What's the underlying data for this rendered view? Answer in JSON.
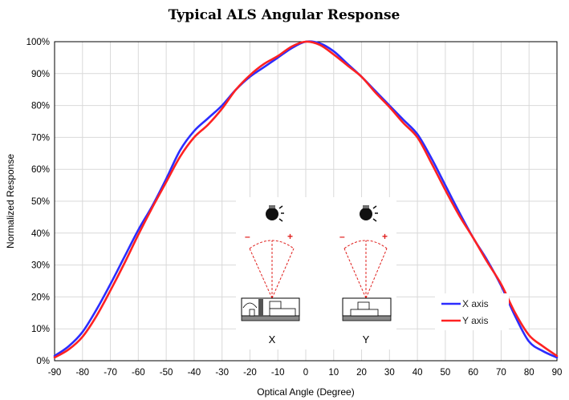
{
  "chart_data": {
    "type": "line",
    "title": "Typical ALS Angular Response",
    "xlabel": "Optical Angle (Degree)",
    "ylabel": "Normalized Response",
    "xlim": [
      -90,
      90
    ],
    "ylim": [
      0,
      100
    ],
    "x_ticks": [
      -90,
      -80,
      -70,
      -60,
      -50,
      -40,
      -30,
      -20,
      -10,
      0,
      10,
      20,
      30,
      40,
      50,
      60,
      70,
      80,
      90
    ],
    "x_tick_labels": [
      "-90",
      "-80",
      "-70",
      "-60",
      "-50",
      "-40",
      "-30",
      "-20",
      "-10",
      "0",
      "10",
      "20",
      "30",
      "40",
      "50",
      "60",
      "70",
      "80",
      "90"
    ],
    "y_ticks": [
      0,
      10,
      20,
      30,
      40,
      50,
      60,
      70,
      80,
      90,
      100
    ],
    "y_tick_labels": [
      "0%",
      "10%",
      "20%",
      "30%",
      "40%",
      "50%",
      "60%",
      "70%",
      "80%",
      "90%",
      "100%"
    ],
    "grid": true,
    "legend_position": "bottom-right",
    "series": [
      {
        "name": "X axis",
        "color": "#2c2cff",
        "x": [
          -90,
          -85,
          -80,
          -75,
          -70,
          -65,
          -60,
          -55,
          -50,
          -45,
          -40,
          -35,
          -30,
          -25,
          -20,
          -15,
          -10,
          -5,
          0,
          5,
          10,
          15,
          20,
          25,
          30,
          35,
          40,
          45,
          50,
          55,
          60,
          65,
          70,
          75,
          80,
          85,
          90
        ],
        "y": [
          1.5,
          4.5,
          9,
          16,
          24,
          32.5,
          41,
          48.5,
          57,
          66,
          72,
          76,
          80,
          85,
          89,
          92,
          95,
          98,
          100,
          99.5,
          97,
          93,
          89,
          84.5,
          80,
          75.5,
          71,
          63.5,
          55,
          46.5,
          38.5,
          31.5,
          23.5,
          14,
          6,
          3,
          1
        ]
      },
      {
        "name": "Y axis",
        "color": "#ff2222",
        "x": [
          -90,
          -85,
          -80,
          -75,
          -70,
          -65,
          -60,
          -55,
          -50,
          -45,
          -40,
          -35,
          -30,
          -25,
          -20,
          -15,
          -10,
          -5,
          0,
          5,
          10,
          15,
          20,
          25,
          30,
          35,
          40,
          45,
          50,
          55,
          60,
          65,
          70,
          75,
          80,
          85,
          90
        ],
        "y": [
          1,
          3.5,
          7.5,
          14,
          22,
          30.5,
          39.5,
          48,
          56,
          64,
          70,
          74,
          79,
          85,
          89.5,
          93,
          95.5,
          98.5,
          100,
          99,
          96,
          92.5,
          89,
          84,
          79.5,
          74.5,
          70,
          62,
          53.5,
          45.5,
          38.5,
          31,
          24,
          15,
          8,
          4.5,
          1.5
        ]
      }
    ]
  },
  "diagram": {
    "labels": [
      "X",
      "Y"
    ],
    "minus_sign": "–",
    "plus_sign": "+",
    "bulb_icon": "light-bulb-icon"
  }
}
